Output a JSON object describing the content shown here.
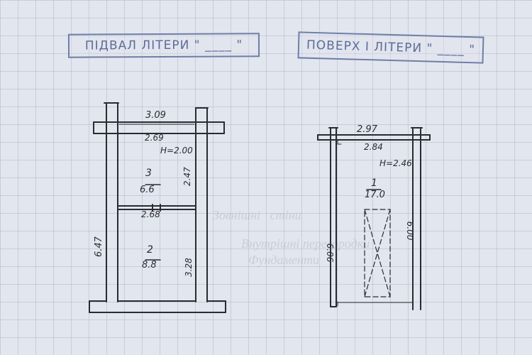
{
  "stamps": {
    "left": "ПІДВАЛ ЛІТЕРИ \" ____ \"",
    "right": "ПОВЕРХ I ЛІТЕРИ \" ____ \""
  },
  "plan_left": {
    "outer_width": "3.09",
    "inner_width": "2.69",
    "height_label": "H=2.00",
    "room3": {
      "number": "3",
      "area": "6.6",
      "length": "2.47"
    },
    "partition_width": "2.68",
    "room2": {
      "number": "2",
      "area": "8.8",
      "length": "3.28"
    },
    "total_length": "6.47"
  },
  "plan_right": {
    "outer_width": "2.97",
    "inner_width": "2.84",
    "height_label": "H=2.46",
    "room1": {
      "number": "1",
      "area": "17.0"
    },
    "left_length": "6.06",
    "right_length": "6.00"
  },
  "colors": {
    "ink": "#2b2b32",
    "stamp": "#6f7ea8"
  }
}
